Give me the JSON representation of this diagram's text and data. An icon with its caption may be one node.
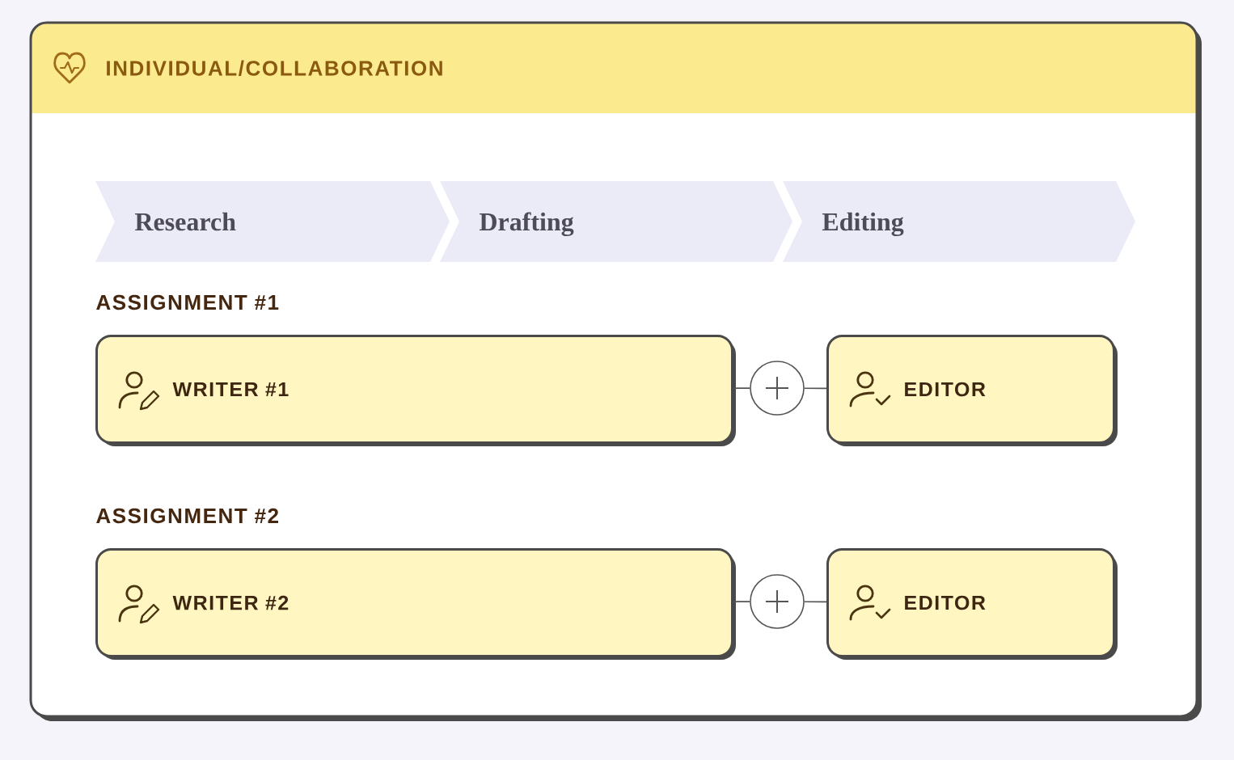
{
  "diagram": {
    "nodes": [
      {
        "text": [
          "INDIVIDUAL/COLLABORATION"
        ]
      },
      {
        "text": [
          "Research"
        ],
        "in": 0
      },
      {
        "text": [
          "Drafting"
        ],
        "in": 0
      },
      {
        "text": [
          "Editing"
        ],
        "in": 0
      },
      {
        "text": [
          "WRITER #1"
        ],
        "in": 0
      },
      {
        "text": [],
        "shape": "circle",
        "in": 0
      },
      {
        "text": [
          "EDITOR"
        ],
        "in": 0
      },
      {
        "text": [
          "WRITER #2"
        ],
        "in": 0
      },
      {
        "text": [],
        "shape": "circle",
        "in": 0
      },
      {
        "text": [
          "EDITOR"
        ],
        "in": 0
      }
    ],
    "edges": [
      {
        "from": 4,
        "to": 5,
        "arrow": "none"
      },
      {
        "from": 5,
        "to": 6,
        "arrow": "none"
      },
      {
        "from": 7,
        "to": 8,
        "arrow": "none"
      },
      {
        "from": 8,
        "to": 9,
        "arrow": "none"
      }
    ],
    "labels": [
      "ASSIGNMENT #1",
      "ASSIGNMENT #2"
    ]
  }
}
